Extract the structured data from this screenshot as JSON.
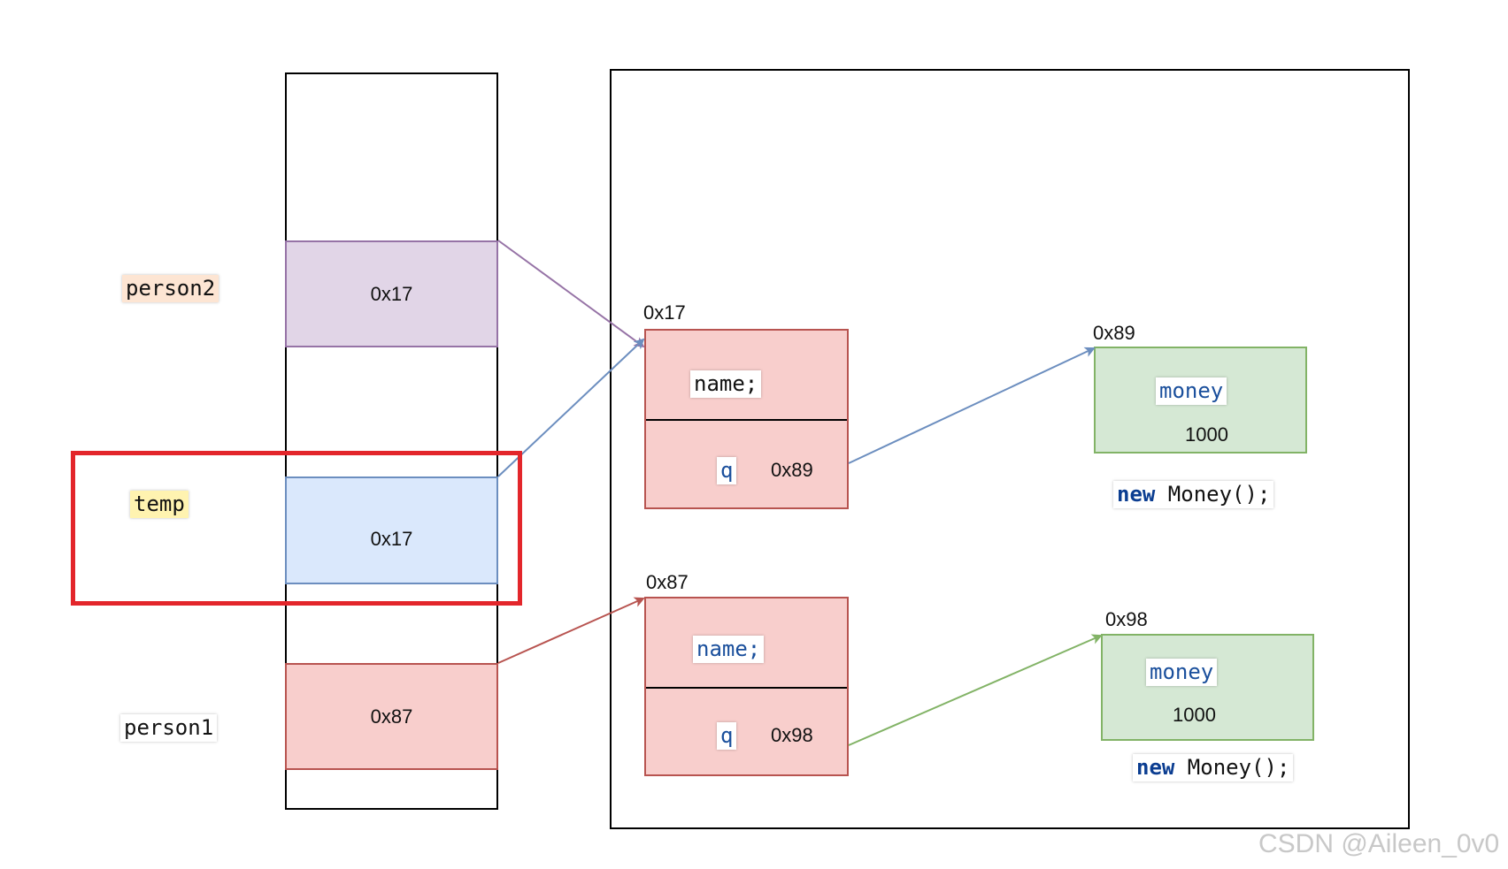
{
  "stack": {
    "labels": {
      "person2": "person2",
      "temp": "temp",
      "person1": "person1"
    },
    "cells": {
      "person2": "0x17",
      "temp": "0x17",
      "person1": "0x87"
    }
  },
  "heap": {
    "objects": [
      {
        "address": "0x17",
        "field1": "name;",
        "field2": "q",
        "field2_value": "0x89"
      },
      {
        "address": "0x87",
        "field1": "name;",
        "field2": "q",
        "field2_value": "0x98"
      }
    ],
    "money_objects": [
      {
        "address": "0x89",
        "field": "money",
        "value": "1000",
        "constructor_kw": "new",
        "constructor_rest": " Money();"
      },
      {
        "address": "0x98",
        "field": "money",
        "value": "1000",
        "constructor_kw": "new",
        "constructor_rest": " Money();"
      }
    ]
  },
  "colors": {
    "highlight": "#e3262b",
    "purple_arrow": "#9673a6",
    "blue_arrow": "#6c8ebf",
    "red_arrow": "#b85450",
    "green_arrow": "#82b366"
  },
  "watermark": "CSDN @Aileen_0v0"
}
